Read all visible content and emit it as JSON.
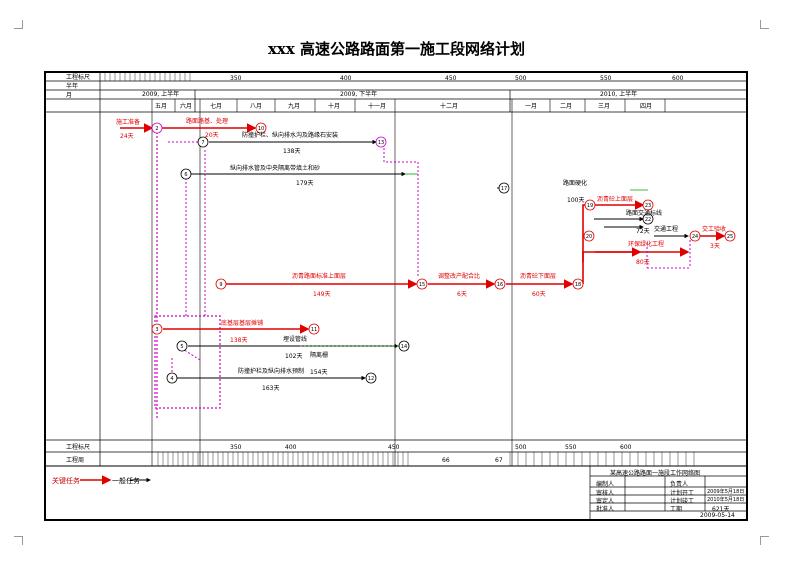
{
  "document": {
    "title": "xxx 高速公路路面第一施工段网络计划"
  },
  "timescale": {
    "row_label_top": "工程标尺",
    "row_label_halfyear": "半年",
    "row_label_month": "月",
    "row_label_bottom": "工程标尺",
    "row_label_day": "工程周",
    "periods": [
      "2009, 上半年",
      "2009, 下半年",
      "2010, 上半年"
    ],
    "months": [
      "五月",
      "六月",
      "七月",
      "八月",
      "九月",
      "十月",
      "十一月",
      "十二月",
      "一月",
      "二月",
      "三月",
      "四月"
    ],
    "scale_ticks": [
      "350",
      "400",
      "450",
      "500",
      "550",
      "600"
    ],
    "bottom_ticks": [
      "350",
      "400",
      "450",
      "500",
      "550",
      "600"
    ],
    "bottom_misc": [
      "66",
      "67"
    ]
  },
  "activities": [
    {
      "label": "施工准备",
      "duration": "24天"
    },
    {
      "label": "路面路基、处理",
      "duration": "20天"
    },
    {
      "label": "防撞护栏、纵向排水沟及路缘石安装",
      "duration": "138天"
    },
    {
      "label": "纵向排水管及中央隔离带填土和砂",
      "duration": "179天"
    },
    {
      "label": "沥青路面标准上面层",
      "duration": "149天"
    },
    {
      "label": "调整改产配合比",
      "duration": "6天"
    },
    {
      "label": "沥青砼下面层",
      "duration": "60天"
    },
    {
      "label": "路面硬化",
      "duration": "100天"
    },
    {
      "label": "沥青砼上面层",
      "duration": ""
    },
    {
      "label": "路面交通标线",
      "duration": ""
    },
    {
      "label": "交通工程",
      "duration": "72天"
    },
    {
      "label": "环保绿化工程",
      "duration": "80天"
    },
    {
      "label": "交工验收",
      "duration": "3天"
    },
    {
      "label": "底基层基层摊铺",
      "duration": "138天"
    },
    {
      "label": "埋设管线",
      "duration": "102天"
    },
    {
      "label": "隔离栅",
      "duration": "154天"
    },
    {
      "label": "防撞护栏及纵向排水预制",
      "duration": "163天"
    }
  ],
  "node_numbers": [
    "2",
    "5",
    "6",
    "7",
    "9",
    "10",
    "11",
    "12",
    "13",
    "14",
    "15",
    "16",
    "17",
    "18",
    "19",
    "20",
    "22",
    "23",
    "24",
    "25",
    "3",
    "4"
  ],
  "legend": {
    "critical": "关键任务",
    "normal": "一般任务"
  },
  "title_block": {
    "heading": "某高速公路路面一施段工作网络图",
    "rows": [
      {
        "a": "编制人",
        "b": "负责人",
        "c": ""
      },
      {
        "a": "审核人",
        "b": "计划开工",
        "c": "2009年5月18日"
      },
      {
        "a": "审定人",
        "b": "计划竣工",
        "c": "2010年5月18日"
      },
      {
        "a": "批准人",
        "b": "工期",
        "c": "621天"
      }
    ],
    "date": "2009-05-14"
  },
  "colors": {
    "critical": "#e00000",
    "normal": "#000000",
    "dummy": "#cc00cc",
    "float": "#00a000"
  }
}
